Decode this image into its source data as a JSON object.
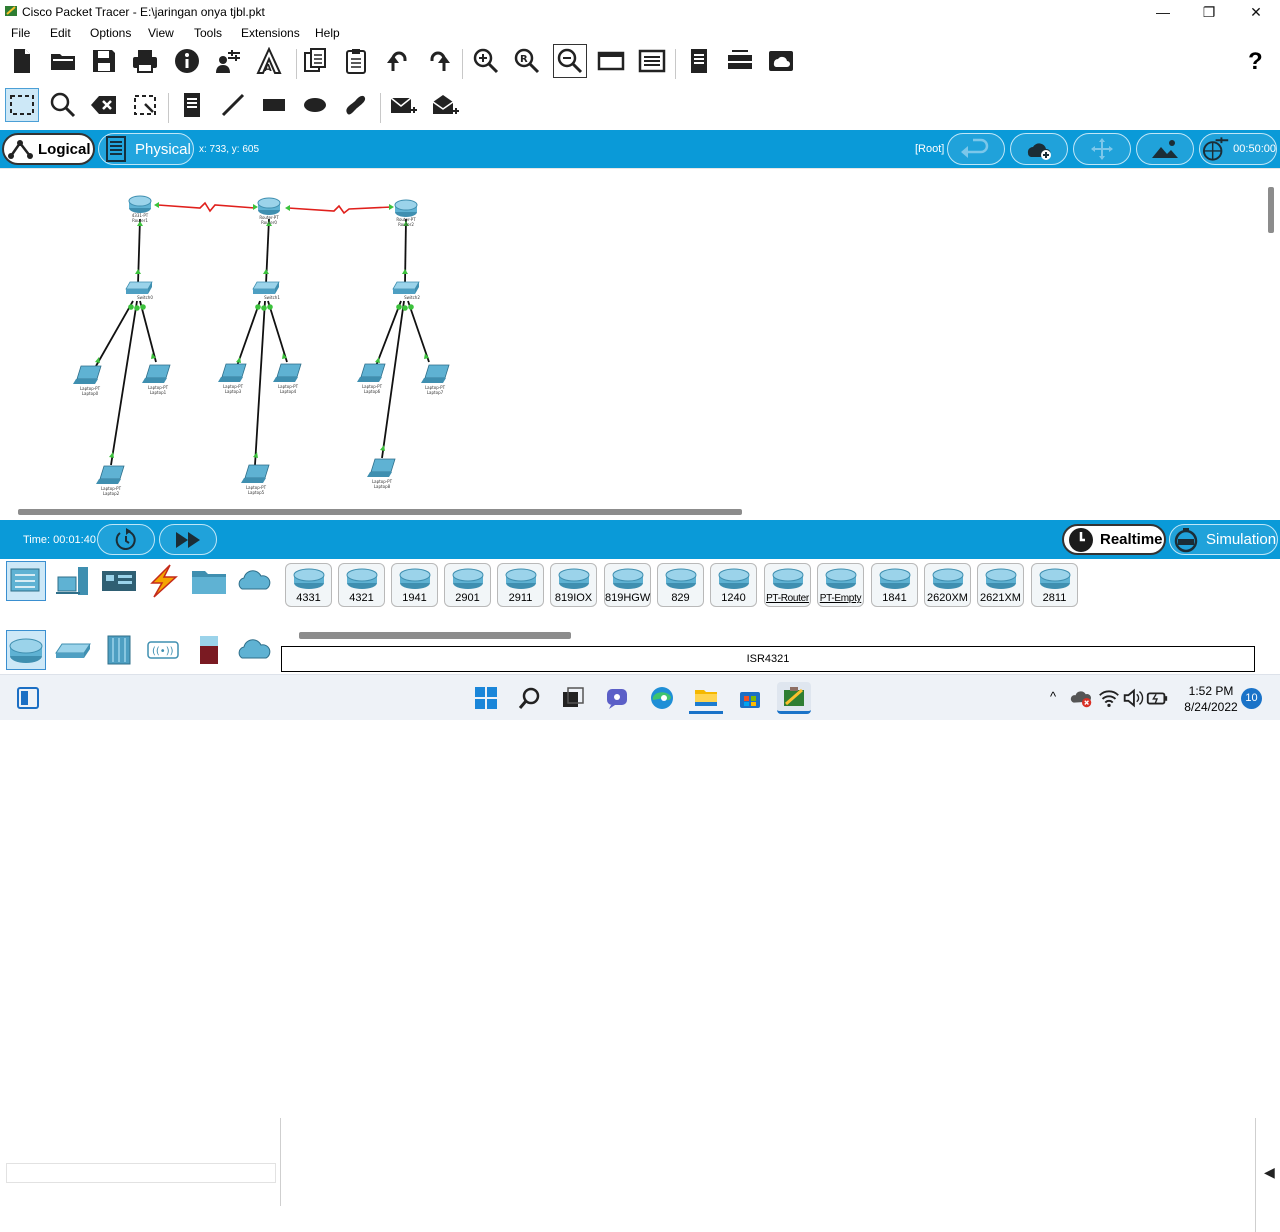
{
  "window": {
    "title": "Cisco Packet Tracer - E:\\jaringan onya tjbl.pkt",
    "minimize": "—",
    "maximize": "❐",
    "close": "✕"
  },
  "menu": [
    "File",
    "Edit",
    "Options",
    "View",
    "Tools",
    "Extensions",
    "Help"
  ],
  "toolbar": {
    "help": "?"
  },
  "workspace": {
    "logical_label": "Logical",
    "physical_label": "Physical",
    "coords": "x: 733, y: 605",
    "root_label": "[Root]",
    "clock": "00:50:00"
  },
  "topology": {
    "routers": [
      {
        "name": "Router1",
        "model": "4331-PT"
      },
      {
        "name": "Router0",
        "model": "Router-PT"
      },
      {
        "name": "Router2",
        "model": "Router-PT"
      }
    ],
    "switches": [
      "Switch0",
      "Switch1",
      "Switch2"
    ],
    "laptops": [
      {
        "l1": "Laptop-PT",
        "l2": "Laptop0"
      },
      {
        "l1": "Laptop-PT",
        "l2": "Laptop1"
      },
      {
        "l1": "Laptop-PT",
        "l2": "Laptop2"
      },
      {
        "l1": "Laptop-PT",
        "l2": "Laptop3"
      },
      {
        "l1": "Laptop-PT",
        "l2": "Laptop4"
      },
      {
        "l1": "Laptop-PT",
        "l2": "Laptop5"
      },
      {
        "l1": "Laptop-PT",
        "l2": "Laptop6"
      },
      {
        "l1": "Laptop-PT",
        "l2": "Laptop7"
      },
      {
        "l1": "Laptop-PT",
        "l2": "Laptop8"
      }
    ]
  },
  "timebar": {
    "time": "Time: 00:01:40",
    "realtime_label": "Realtime",
    "simulation_label": "Simulation"
  },
  "devices": [
    "4331",
    "4321",
    "1941",
    "2901",
    "2911",
    "819IOX",
    "819HGW",
    "829",
    "1240",
    "PT-Router",
    "PT-Empty",
    "1841",
    "2620XM",
    "2621XM",
    "2811"
  ],
  "selected_model": "ISR4321",
  "taskbar": {
    "time": "1:52 PM",
    "date": "8/24/2022",
    "notifications": "10"
  },
  "colors": {
    "accent_blue": "#0a9ad8",
    "serial_link": "#e0201c",
    "ethernet_link": "#111111",
    "port_up": "#3cc23c"
  }
}
